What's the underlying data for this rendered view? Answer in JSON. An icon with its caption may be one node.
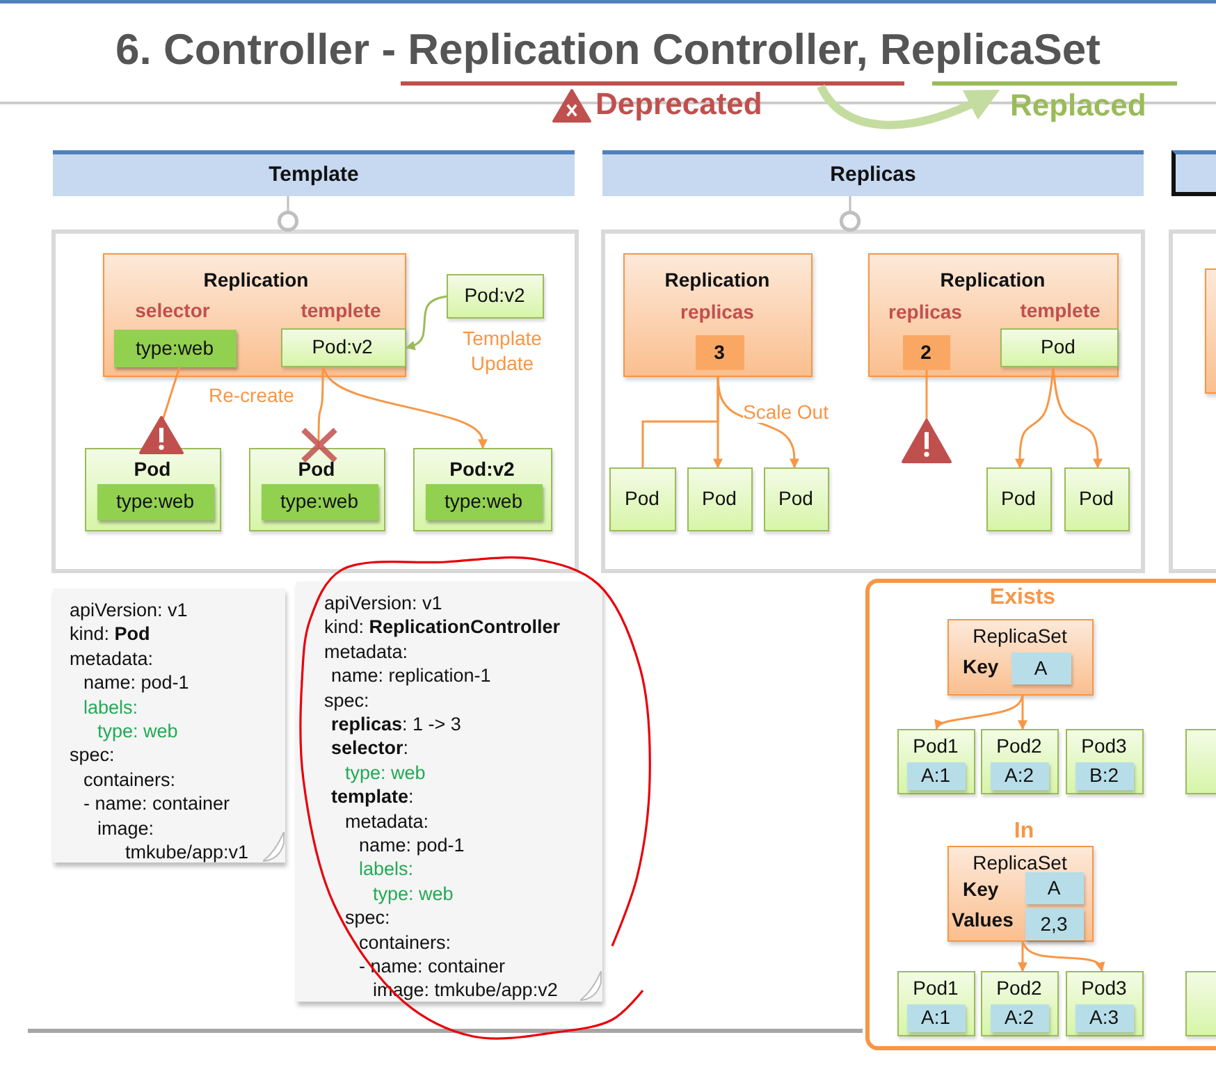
{
  "diagram": {
    "title": "6. Controller - Replication Controller, ReplicaSet",
    "nodes": [
      {
        "text": [
          "Template"
        ]
      },
      {
        "text": [
          "Replicas"
        ]
      },
      {
        "text": [],
        "shape": "box"
      },
      {
        "text": [],
        "shape": "box"
      },
      {
        "text": [
          "Replication",
          "selector",
          "templete"
        ],
        "in": 3
      },
      {
        "text": [
          "type:web"
        ],
        "in": 4
      },
      {
        "text": [
          "Pod:v2"
        ],
        "in": 4
      },
      {
        "text": [
          "Pod:v2"
        ],
        "in": 3,
        "beside": [
          "Template Update"
        ]
      },
      {
        "text": [
          "Pod"
        ],
        "in": 3
      },
      {
        "text": [
          "type:web"
        ],
        "in": 8
      },
      {
        "text": [
          "Pod"
        ],
        "in": 3
      },
      {
        "text": [
          "type:web"
        ],
        "in": 10
      },
      {
        "text": [
          "Pod:v2"
        ],
        "in": 3
      },
      {
        "text": [
          "type:web"
        ],
        "in": 12
      },
      {
        "text": [],
        "shape": "box"
      },
      {
        "text": [
          "Replication",
          "replicas"
        ],
        "in": 14
      },
      {
        "text": [
          "3"
        ],
        "in": 15
      },
      {
        "text": [
          "Replication",
          "replicas",
          "templete"
        ],
        "in": 14
      },
      {
        "text": [
          "2"
        ],
        "in": 17
      },
      {
        "text": [
          "Pod"
        ],
        "in": 17
      },
      {
        "text": [
          "Pod"
        ],
        "in": 14
      },
      {
        "text": [
          "Pod"
        ],
        "in": 14
      },
      {
        "text": [
          "Pod"
        ],
        "in": 14
      },
      {
        "text": [
          "Pod"
        ],
        "in": 14
      },
      {
        "text": [
          "Pod"
        ],
        "in": 14
      },
      {
        "text": [],
        "shape": "box"
      },
      {
        "text": [],
        "shape": "box",
        "in": 25
      },
      {
        "text": [
          "Exists",
          "In"
        ]
      },
      {
        "text": [
          "ReplicaSet",
          "Key"
        ],
        "in": 27
      },
      {
        "text": [
          "A"
        ],
        "in": 28
      },
      {
        "text": [
          "Pod1"
        ],
        "in": 27
      },
      {
        "text": [
          "A:1"
        ],
        "in": 30
      },
      {
        "text": [
          "Pod2"
        ],
        "in": 27
      },
      {
        "text": [
          "A:2"
        ],
        "in": 32
      },
      {
        "text": [
          "Pod3"
        ],
        "in": 27
      },
      {
        "text": [
          "B:2"
        ],
        "in": 34
      },
      {
        "text": [],
        "shape": "box",
        "in": 27
      },
      {
        "text": [
          "ReplicaSet",
          "Key",
          "Values"
        ],
        "in": 27
      },
      {
        "text": [
          "A"
        ],
        "in": 37
      },
      {
        "text": [
          "2,3"
        ],
        "in": 37
      },
      {
        "text": [
          "Pod1"
        ],
        "in": 27
      },
      {
        "text": [
          "A:1"
        ],
        "in": 40
      },
      {
        "text": [
          "Pod2"
        ],
        "in": 27
      },
      {
        "text": [
          "A:2"
        ],
        "in": 42
      },
      {
        "text": [
          "Pod3"
        ],
        "in": 27
      },
      {
        "text": [
          "A:3"
        ],
        "in": 44
      },
      {
        "text": [],
        "shape": "box",
        "in": 27
      },
      {
        "text": [],
        "shape": "triangle",
        "in": 14
      },
      {
        "text": [
          "apiVersion: v1",
          "kind: **Pod**",
          "metadata:",
          "name: pod-1",
          "labels:",
          "type: web",
          "spec:",
          "containers:",
          "- name: container",
          "image:",
          "tmkube/app:v1"
        ]
      },
      {
        "text": [
          "apiVersion: v1",
          "kind: **ReplicationController**",
          "metadata:",
          "name: replication-1",
          "spec:",
          "**replicas**: 1 -> 3",
          "**selector**:",
          "type: web",
          "**template**:",
          "metadata:",
          "name: pod-1",
          "labels:",
          "type: web",
          "spec:",
          "containers:",
          "- name: container",
          "image: tmkube/app:v2"
        ]
      }
    ],
    "edges": [
      {
        "from": 7,
        "to": 6,
        "arrow": "to",
        "color": "#9bbb59"
      },
      {
        "from": 5,
        "to": 8,
        "arrow": "none"
      },
      {
        "from": 6,
        "to": 10,
        "arrow": "none"
      },
      {
        "from": 6,
        "to": 12,
        "arrow": "to"
      },
      {
        "from": 15,
        "to": 20,
        "arrow": "none"
      },
      {
        "from": 15,
        "to": 21,
        "arrow": "to"
      },
      {
        "from": 15,
        "to": 22,
        "arrow": "to",
        "label": "Scale Out"
      },
      {
        "from": 18,
        "to": 47,
        "arrow": "none"
      },
      {
        "from": 19,
        "to": 23,
        "arrow": "to"
      },
      {
        "from": 19,
        "to": 24,
        "arrow": "to"
      },
      {
        "from": 28,
        "to": 30,
        "arrow": "to"
      },
      {
        "from": 28,
        "to": 32,
        "arrow": "to"
      },
      {
        "from": 37,
        "to": 42,
        "arrow": "to"
      },
      {
        "from": 37,
        "to": 44,
        "arrow": "to"
      },
      {
        "from": 0,
        "to": 3,
        "arrow": "other",
        "color": "#bfbfbf"
      },
      {
        "from": 1,
        "to": 14,
        "arrow": "other",
        "color": "#bfbfbf"
      }
    ],
    "labels": [
      "Deprecated",
      "Replaced",
      "Re-create"
    ]
  }
}
